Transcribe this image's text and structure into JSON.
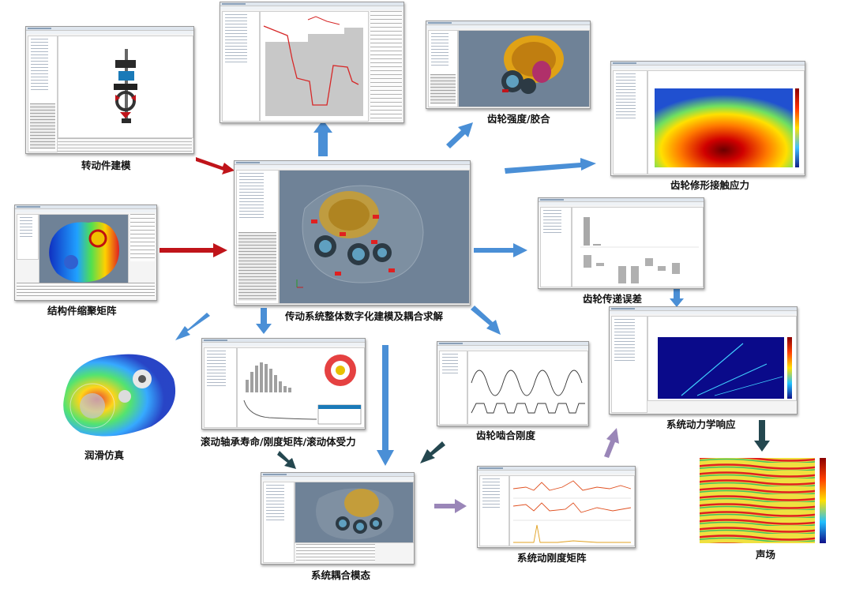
{
  "nodes": {
    "shaft_model": {
      "label": "转动件建模"
    },
    "struct_matrix": {
      "label": "结构件缩聚矩阵"
    },
    "center": {
      "label": "传动系统整体数字化建模及耦合求解"
    },
    "gear_strength": {
      "label": "齿轮强度/胶合"
    },
    "contact_stress": {
      "label": "齿轮修形接触应力"
    },
    "transmission_error": {
      "label": "齿轮传递误差"
    },
    "system_dynamic": {
      "label": "系统动力学响应"
    },
    "lubrication": {
      "label": "润滑仿真"
    },
    "bearing": {
      "label": "滚动轴承寿命/刚度矩阵/滚动体受力"
    },
    "mesh_stiffness": {
      "label": "齿轮啮合刚度"
    },
    "coupled_modes": {
      "label": "系统耦合模态"
    },
    "dyn_stiffness": {
      "label": "系统动刚度矩阵"
    },
    "sound_field": {
      "label": "声场"
    }
  },
  "colors": {
    "arrow_blue": "#4a8fd6",
    "arrow_red": "#c0141a",
    "arrow_teal": "#24474f",
    "arrow_purple": "#9a86b8",
    "viewport_bg": "#6f8297"
  }
}
